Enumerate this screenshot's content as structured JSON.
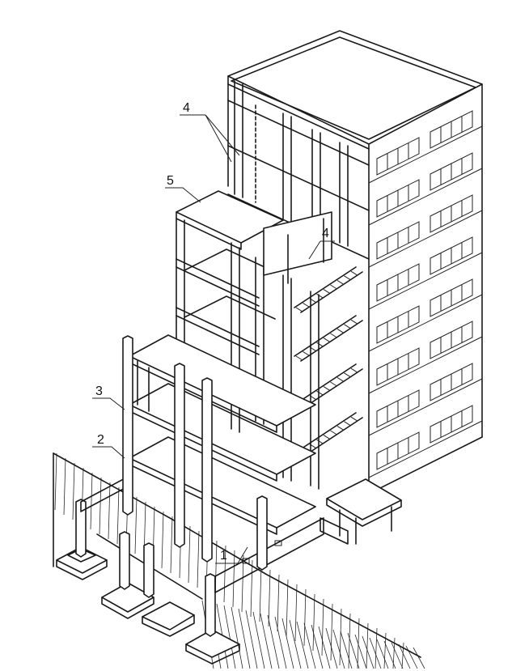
{
  "callouts": {
    "label_1": "1",
    "label_2": "2",
    "label_3": "3",
    "label_4_top": "4",
    "label_4_mid": "4",
    "label_5": "5"
  }
}
